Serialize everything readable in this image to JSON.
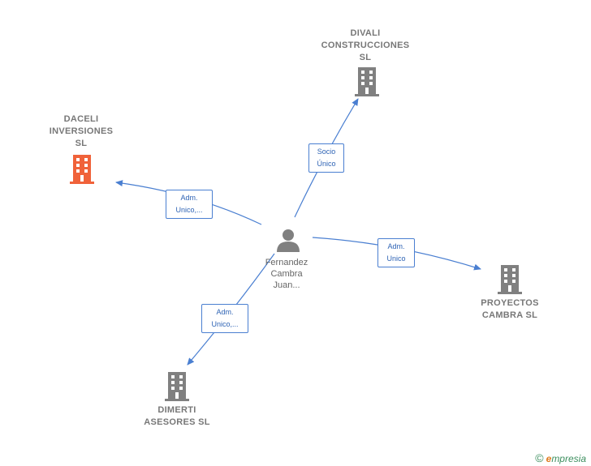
{
  "colors": {
    "edge": "#4a7fd1",
    "company_icon": "#808080",
    "company_icon_highlight": "#f0623a",
    "person_icon": "#808080"
  },
  "person": {
    "label_lines": [
      "Fernandez",
      "Cambra",
      "Juan..."
    ],
    "icon": "person-icon"
  },
  "companies": [
    {
      "id": "daceli",
      "label_lines": [
        "DACELI",
        "INVERSIONES",
        "SL"
      ],
      "highlight": true,
      "icon": "building-icon"
    },
    {
      "id": "divali",
      "label_lines": [
        "DIVALI",
        "CONSTRUCCIONES",
        "SL"
      ],
      "highlight": false,
      "icon": "building-icon"
    },
    {
      "id": "proyectos",
      "label_lines": [
        "PROYECTOS",
        "CAMBRA SL"
      ],
      "highlight": false,
      "icon": "building-icon"
    },
    {
      "id": "dimerti",
      "label_lines": [
        "DIMERTI",
        "ASESORES SL"
      ],
      "highlight": false,
      "icon": "building-icon"
    }
  ],
  "edges": [
    {
      "to": "daceli",
      "label_lines": [
        "Adm.",
        "Unico,..."
      ]
    },
    {
      "to": "divali",
      "label_lines": [
        "Socio",
        "Único"
      ]
    },
    {
      "to": "proyectos",
      "label_lines": [
        "Adm.",
        "Unico"
      ]
    },
    {
      "to": "dimerti",
      "label_lines": [
        "Adm.",
        "Unico,..."
      ]
    }
  ],
  "watermark": {
    "symbol": "©",
    "brand_initial": "e",
    "brand_rest": "mpresia"
  }
}
